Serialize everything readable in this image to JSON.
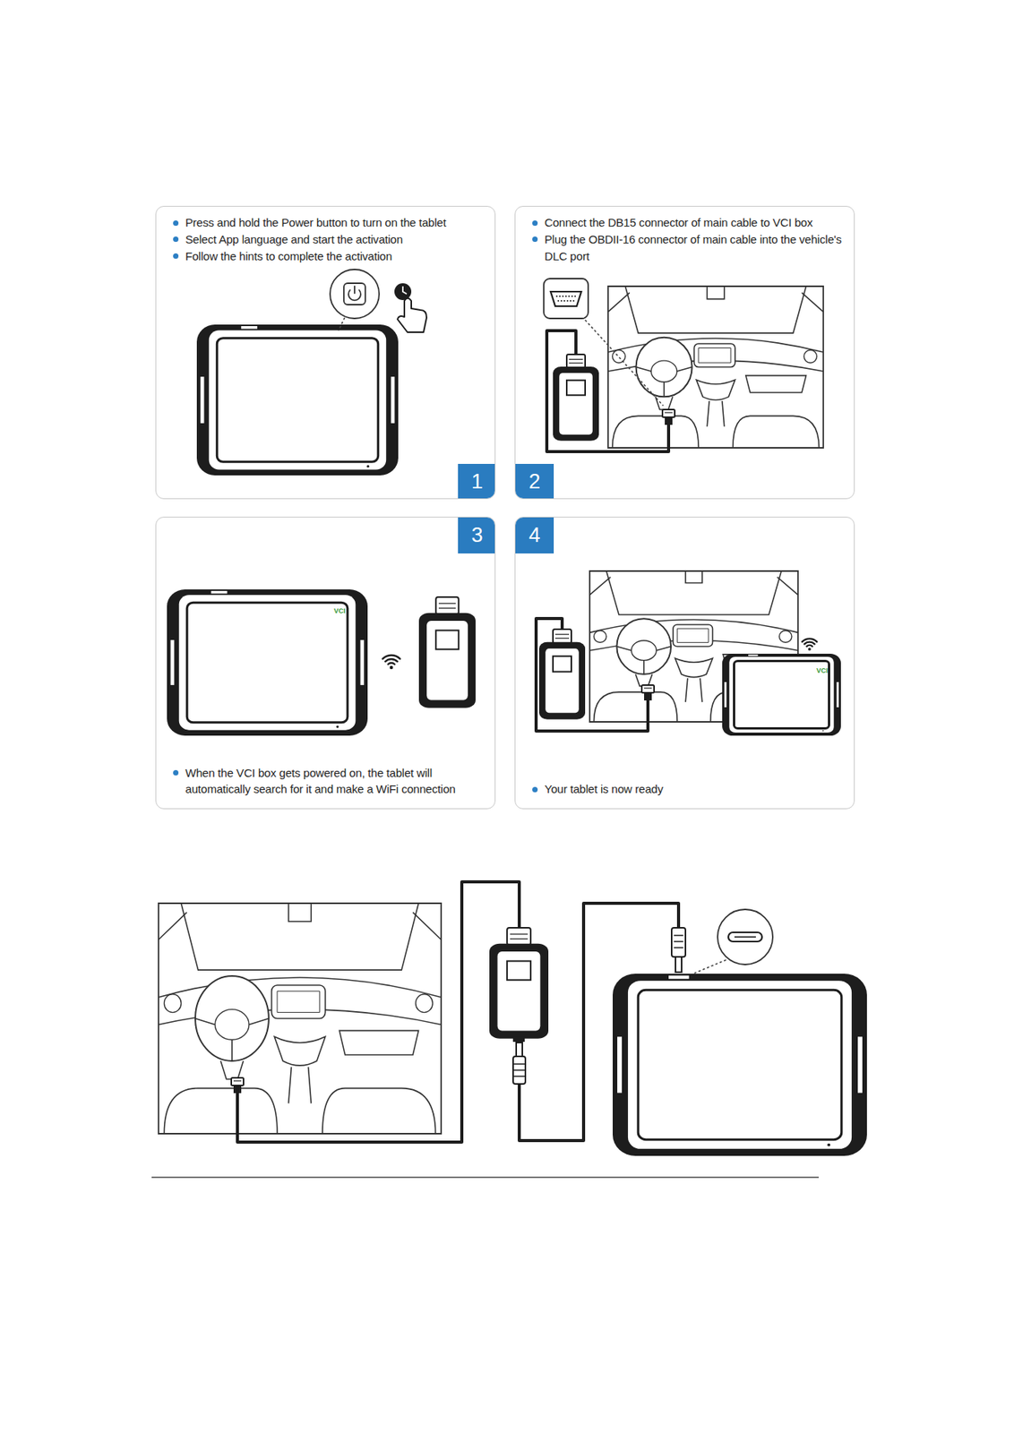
{
  "diagram": {
    "nodes": [
      {
        "text": [
          "Press and hold the Power button to turn on the tablet",
          "Select App language and start the activation",
          "Follow the hints to complete the activation"
        ]
      },
      {
        "text": [
          "1"
        ],
        "in": 0
      },
      {
        "text": [
          "Connect the DB15 connector of main cable to VCI box",
          "Plug the OBDII-16 connector of main cable into the vehicle's DLC port"
        ]
      },
      {
        "text": [
          "2"
        ],
        "in": 2
      },
      {
        "text": [
          "When the VCI box gets powered on, the tablet will automatically search for it and make a WiFi connection"
        ]
      },
      {
        "text": [
          "3"
        ],
        "in": 4
      },
      {
        "text": [
          "Your tablet is now ready"
        ]
      },
      {
        "text": [
          "4"
        ],
        "in": 6
      }
    ],
    "labels": [
      "VCI",
      "VCI"
    ]
  }
}
